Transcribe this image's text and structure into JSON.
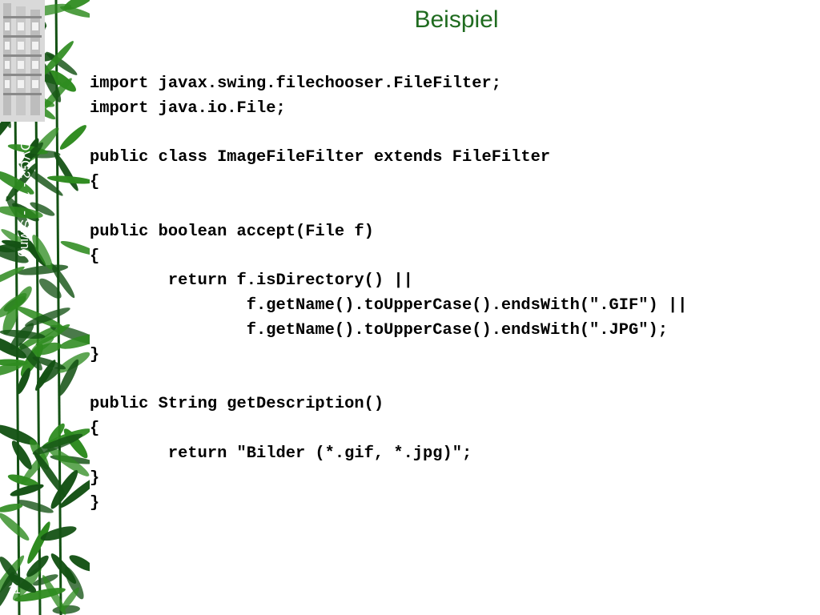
{
  "slide": {
    "title": "Beispiel",
    "sidebar_label": "DVG2 - 10 - Swing",
    "page_number": "11",
    "colors": {
      "title": "#1f6b1f",
      "code": "#000000",
      "bamboo_leaf": "#2e8b1f",
      "bamboo_dark": "#145214"
    }
  },
  "code_lines": [
    "import javax.swing.filechooser.FileFilter;",
    "import java.io.File;",
    "",
    "public class ImageFileFilter extends FileFilter",
    "{",
    "",
    "public boolean accept(File f)",
    "{",
    "        return f.isDirectory() ||",
    "                f.getName().toUpperCase().endsWith(\".GIF\") ||",
    "                f.getName().toUpperCase().endsWith(\".JPG\");",
    "}",
    "",
    "public String getDescription()",
    "{",
    "        return \"Bilder (*.gif, *.jpg)\";",
    "}",
    "}"
  ]
}
